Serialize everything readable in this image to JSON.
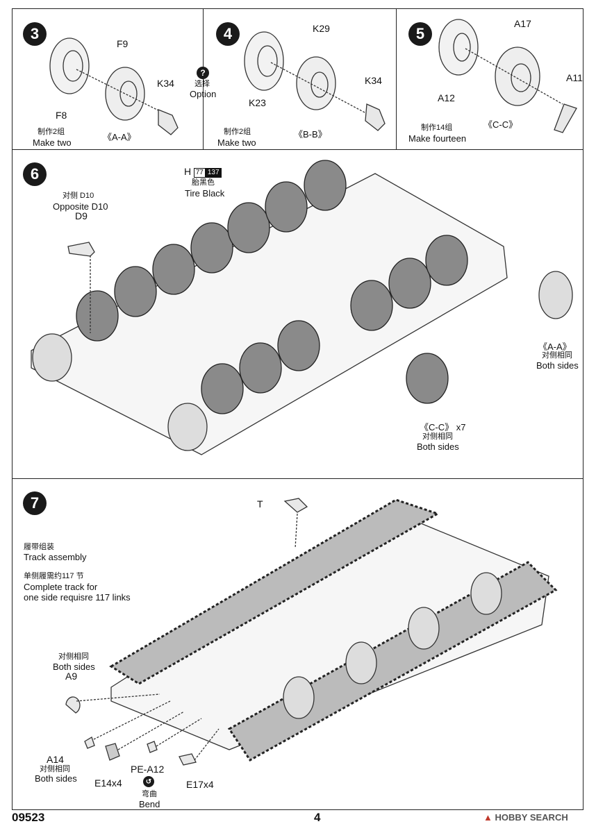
{
  "step3": {
    "number": "3",
    "parts": {
      "f8": "F8",
      "f9": "F9",
      "k34": "K34"
    },
    "qty_cn": "制作2组",
    "qty_en": "Make two",
    "section": "《A-A》"
  },
  "option": {
    "icon": "?",
    "cn": "选择",
    "en": "Option"
  },
  "step4": {
    "number": "4",
    "parts": {
      "k29": "K29",
      "k23": "K23",
      "k34": "K34"
    },
    "qty_cn": "制作2组",
    "qty_en": "Make two",
    "section": "《B-B》"
  },
  "step5": {
    "number": "5",
    "parts": {
      "a17": "A17",
      "a12": "A12",
      "a11": "A11"
    },
    "qty_cn": "制作14组",
    "qty_en": "Make fourteen",
    "section": "《C-C》"
  },
  "step6": {
    "number": "6",
    "d10_cn": "对侧 D10",
    "d10_en": "Opposite D10",
    "d9": "D9",
    "paint_code": "H",
    "paint_num1": "77",
    "paint_num2": "137",
    "paint_cn": "胎黑色",
    "paint_en": "Tire Black",
    "aa_section": "《A-A》",
    "aa_cn": "对侧相同",
    "aa_en": "Both sides",
    "cc_section": "《C-C》 x7",
    "cc_cn": "对侧相同",
    "cc_en": "Both sides"
  },
  "step7": {
    "number": "7",
    "track_cn": "履带组装",
    "track_en": "Track assembly",
    "links_cn": "单侧履需约117 节",
    "links_en1": "Complete track for",
    "links_en2": "one side requisre 117 links",
    "t": "T",
    "a9_cn": "对侧相同",
    "a9_en": "Both sides",
    "a9": "A9",
    "a14": "A14",
    "a14_cn": "对侧相同",
    "a14_en": "Both sides",
    "e14": "E14x4",
    "pe": "PE-A12",
    "bend_cn": "弯曲",
    "bend_en": "Bend",
    "e17": "E17x4"
  },
  "footer": {
    "code": "09523",
    "page": "4",
    "watermark": "HOBBY SEARCH"
  }
}
